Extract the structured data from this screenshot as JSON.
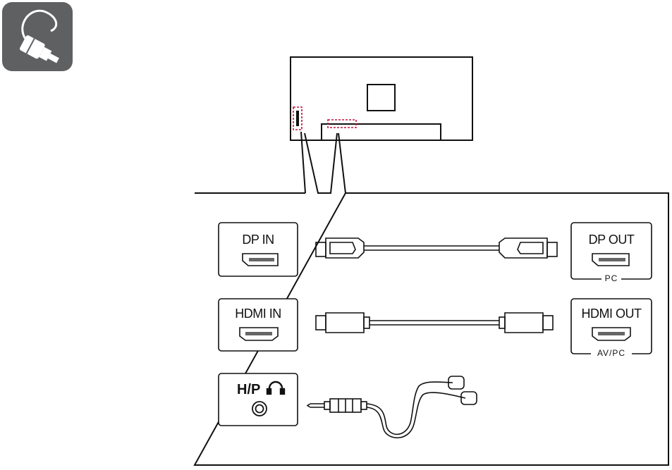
{
  "icons": {
    "cable_icon": "cable-connection-icon",
    "headphone_icon": "headphone-icon"
  },
  "colors": {
    "highlight": "#c0143c",
    "icon_bg": "#5f6062"
  },
  "ports": {
    "dp_in": "DP IN",
    "hdmi_in": "HDMI IN",
    "hp": "H/P"
  },
  "devices": {
    "dp_out": "DP OUT",
    "dp_out_sub": "PC",
    "hdmi_out": "HDMI OUT",
    "hdmi_out_sub": "AV/PC"
  }
}
